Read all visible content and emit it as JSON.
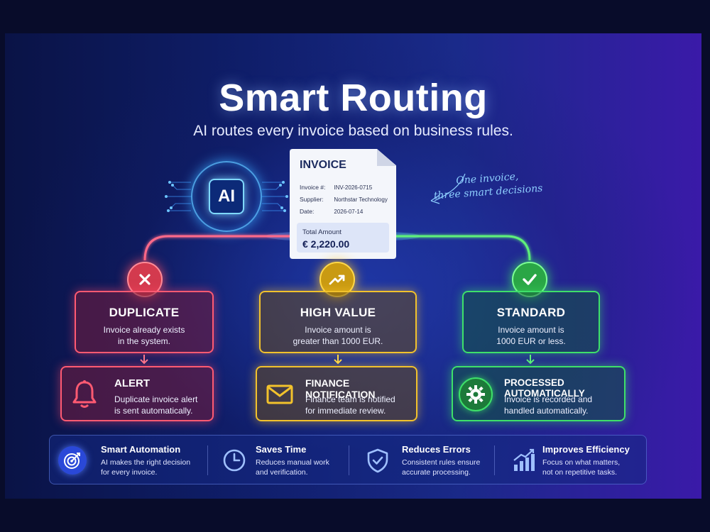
{
  "header": {
    "title": "Smart Routing",
    "subtitle": "AI routes every invoice based on business rules."
  },
  "ai_badge": {
    "label": "AI"
  },
  "invoice": {
    "title": "INVOICE",
    "rows": [
      {
        "label": "Invoice #:",
        "value": "INV-2026-0715"
      },
      {
        "label": "Supplier:",
        "value": "Northstar Technology"
      },
      {
        "label": "Date:",
        "value": "2026-07-14"
      }
    ],
    "total_label": "Total Amount",
    "total_value": "€ 2,220.00"
  },
  "annotation": {
    "line1": "One invoice,",
    "line2": "three smart decisions"
  },
  "branches": [
    {
      "icon": "x-icon",
      "title": "DUPLICATE",
      "desc_line1": "Invoice already exists",
      "desc_line2": "in the system.",
      "result_icon": "bell-icon",
      "result_title": "ALERT",
      "result_line1": "Duplicate invoice alert",
      "result_line2": "is sent automatically.",
      "color": "#ff5a72"
    },
    {
      "icon": "trending-up-icon",
      "title": "HIGH VALUE",
      "desc_line1": "Invoice amount is",
      "desc_line2": "greater than 1000 EUR.",
      "result_icon": "envelope-icon",
      "result_title": "FINANCE NOTIFICATION",
      "result_line1": "Finance team is notified",
      "result_line2": "for immediate review.",
      "color": "#f2c22c"
    },
    {
      "icon": "check-icon",
      "title": "STANDARD",
      "desc_line1": "Invoice amount is",
      "desc_line2": "1000 EUR or less.",
      "result_icon": "gear-icon",
      "result_title": "PROCESSED AUTOMATICALLY",
      "result_line1": "Invoice is recorded and",
      "result_line2": "handled automatically.",
      "color": "#3ee06a"
    }
  ],
  "benefits": [
    {
      "icon": "target-icon",
      "title": "Smart Automation",
      "line1": "AI makes the right decision",
      "line2": "for every invoice."
    },
    {
      "icon": "clock-icon",
      "title": "Saves Time",
      "line1": "Reduces manual work",
      "line2": "and verification."
    },
    {
      "icon": "shield-check-icon",
      "title": "Reduces Errors",
      "line1": "Consistent rules ensure",
      "line2": "accurate processing."
    },
    {
      "icon": "bar-chart-icon",
      "title": "Improves Efficiency",
      "line1": "Focus on what matters,",
      "line2": "not on repetitive tasks."
    }
  ]
}
